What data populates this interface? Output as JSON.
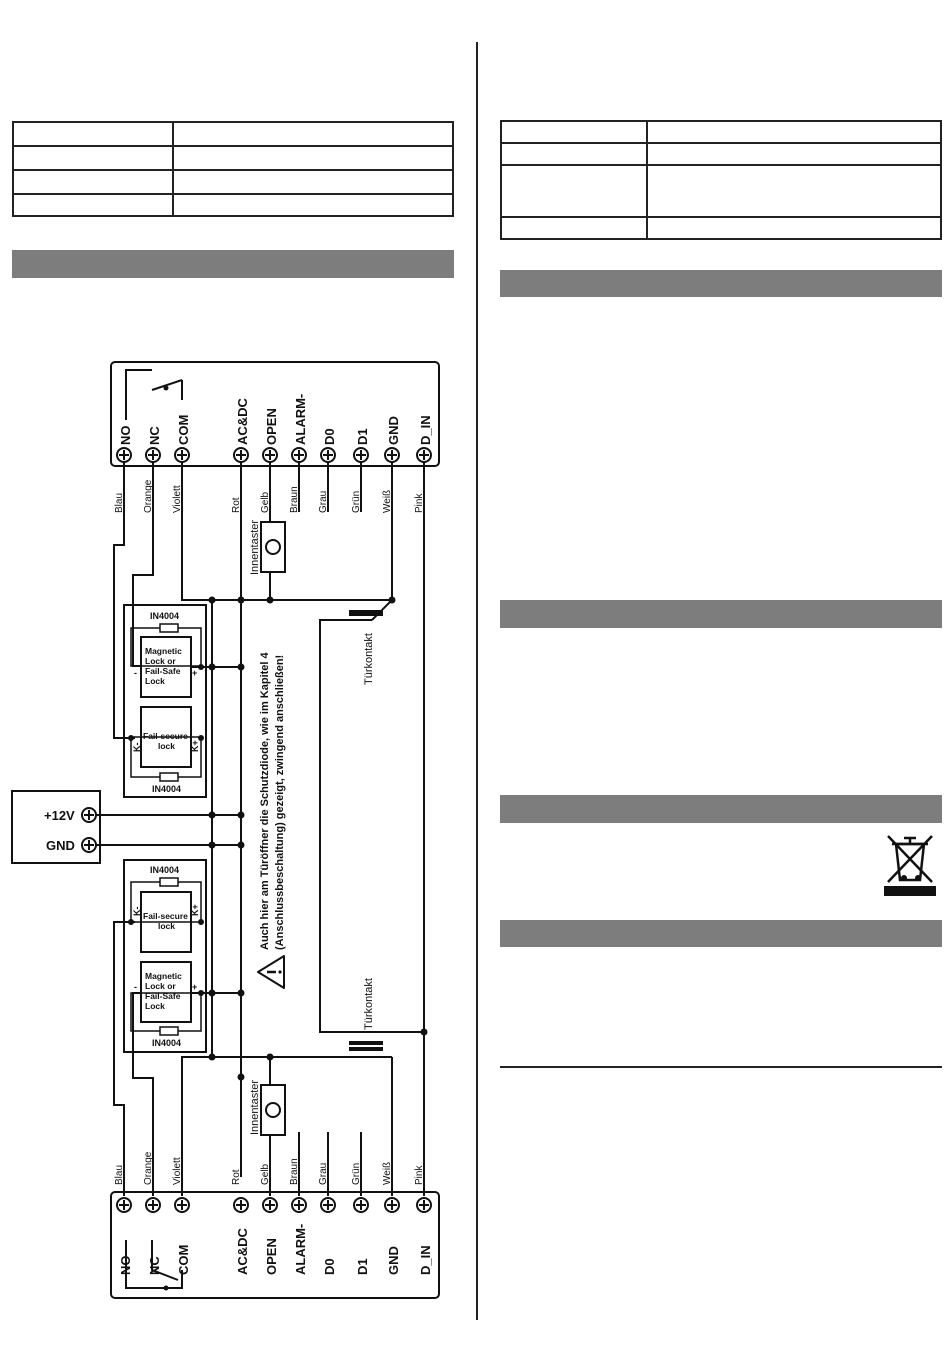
{
  "terminals": [
    {
      "label": "NO",
      "wire": "Blau"
    },
    {
      "label": "NC",
      "wire": "Orange"
    },
    {
      "label": "COM",
      "wire": "Violett"
    },
    {
      "label": "AC&DC",
      "wire": "Rot"
    },
    {
      "label": "OPEN",
      "wire": "Gelb"
    },
    {
      "label": "ALARM-",
      "wire": "Braun"
    },
    {
      "label": "D0",
      "wire": "Grau"
    },
    {
      "label": "D1",
      "wire": "Grün"
    },
    {
      "label": "GND",
      "wire": "Weiß"
    },
    {
      "label": "D_IN",
      "wire": "Pink"
    }
  ],
  "diagram": {
    "button_label": "Innentaster",
    "door_contact_label": "Türkontakt",
    "diode_label": "IN4004",
    "magnetic_lock": [
      "Magnetic",
      "Lock or",
      "Fail-Safe",
      "Lock"
    ],
    "fail_secure_lock": [
      "Fail-secure",
      "lock"
    ],
    "minus": "-",
    "plus": "+",
    "k_minus": "K-",
    "k_plus": "K+",
    "psu_plus": "+12V",
    "psu_gnd": "GND",
    "warning_line1": "Auch hier am Türöffner die Schutzdiode, wie im Kapitel 4",
    "warning_line2": "(Anschlussbeschaltung) gezeigt, zwingend anschließen!"
  },
  "icons": [
    "warning-triangle-icon",
    "weee-crossed-bin-icon"
  ]
}
